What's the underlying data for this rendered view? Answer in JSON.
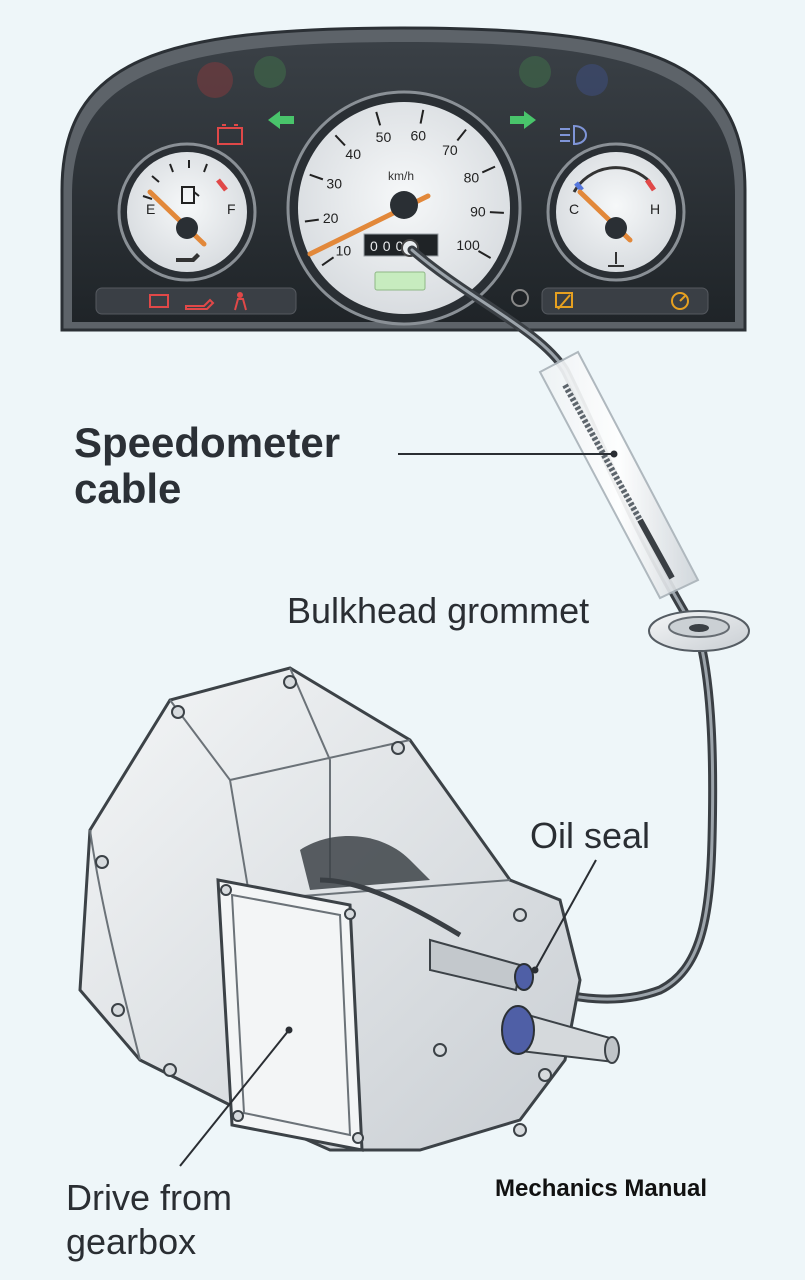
{
  "labels": {
    "speedometer_cable_line1": "Speedometer",
    "speedometer_cable_line2": "cable",
    "bulkhead_grommet": "Bulkhead grommet",
    "oil_seal": "Oil seal",
    "drive_from_line1": "Drive from",
    "drive_from_line2": "gearbox",
    "brand": "Mechanics Manual"
  },
  "gauges": {
    "fuel": {
      "empty": "E",
      "full": "F"
    },
    "temp": {
      "cold": "C",
      "hot": "H"
    },
    "speedo": {
      "unit": "km/h",
      "ticks": [
        "10",
        "20",
        "30",
        "40",
        "50",
        "60",
        "70",
        "80",
        "90",
        "100"
      ],
      "odometer": "0007"
    }
  },
  "icons": [
    "battery-warning-icon",
    "left-turn-arrow-icon",
    "right-turn-arrow-icon",
    "high-beam-icon",
    "fuel-pump-icon",
    "oil-pressure-icon",
    "seatbelt-icon",
    "coolant-temp-icon",
    "traction-icon",
    "engine-check-icon"
  ],
  "colors": {
    "warning_red": "#e04848",
    "indicator_green": "#49c46b",
    "high_beam_blue": "#5577dd",
    "amber": "#e6a020",
    "needle": "#e2883a"
  }
}
